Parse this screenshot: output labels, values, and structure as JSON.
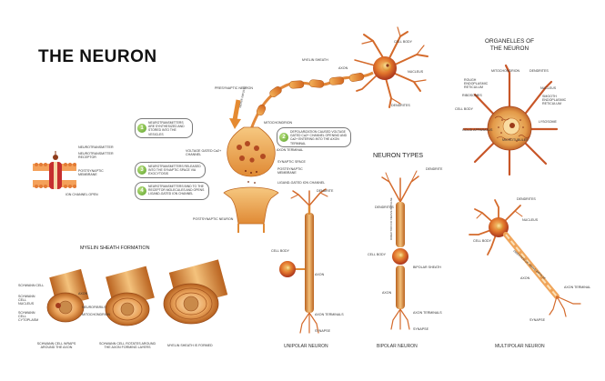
{
  "title": "THE NEURON",
  "headings": {
    "organelles": "ORGANELLES OF THE NEURON",
    "types": "NEURON TYPES",
    "myelin_formation": "MYELIN SHEATH FORMATION"
  },
  "main_neuron": {
    "cell_body": "CELL BODY",
    "myelin_sheath": "MYELIN SHEATH",
    "axon": "AXON",
    "nucleus": "NUCLEUS",
    "dendrites": "DENDRITES",
    "presynaptic_neuron": "PRESYNAPTIC NEURON",
    "nerve_impulse": "NERVE IMPULSE",
    "mitochondrion": "MITOCHONDRION",
    "voltage_gated": "VOLTAGE GATED Ca2+ CHANNEL",
    "axon_terminal": "AXON TERMINAL",
    "synaptic_space": "SYNAPTIC SPACE",
    "postsynaptic_membrane": "POSTSYNAPTIC MEMBRANE",
    "ligand_gated": "LIGAND-GATED ION CHANNEL",
    "postsynaptic_neuron": "POSTSYNAPTIC NEURON"
  },
  "steps": [
    {
      "num": "1",
      "text": "NEUROTRANSMITTERS ARE SYNTHESIZED AND STORED INTO THE VESICLES"
    },
    {
      "num": "2",
      "text": "DEPOLARIZATION CAUSED VOLTAGE GATED Ca2+ CHANNEL OPENING AND Ca2+ ENTERING INTO THE AXON TERMINAL"
    },
    {
      "num": "3",
      "text": "NEUROTRANSMITTERS RELEASED INTO THE SYNAPTIC SPACE VIA EXOCYTOSIS"
    },
    {
      "num": "4",
      "text": "NEUROTRANSMITTERS BIND TO THE RECEPTOR MOLECULES AND OPENS LIGAND-GATED ION CHANNEL"
    }
  ],
  "receptor": {
    "neurotransmitter": "NEUROTRANSMITTER",
    "receptor": "NEUROTRANSMITTER RECEPTOR",
    "membrane": "POSTSYNAPTIC MEMBRANE",
    "channel": "ION CHANNEL OPEN"
  },
  "organelles": {
    "mitochondrion": "MITOCHONDRION",
    "dendrites": "DENDRITES",
    "rough_er": "ROUGH ENDOPLASMIC RETICULUM",
    "nucleus": "NUCLEUS",
    "ribosomes": "RIBOSOMES",
    "smooth_er": "SMOOTH ENDOPLASMIC RETICULUM",
    "cell_body": "CELL BODY",
    "lysosome": "LYSOSOME",
    "golgi": "GOLGI APPARATUS",
    "microtubules": "MICROTUBULES"
  },
  "myelin": {
    "schwann_cell": "SCHWANN CELL",
    "schwann_nucleus": "SCHWANN CELL NUCLEUS",
    "schwann_cytoplasm": "SCHWANN CELL CYTOPLASM",
    "axon": "AXON",
    "neurofibrils": "NEUROFIBRILS",
    "mitochondrion": "MITOCHONDRION",
    "cap1": "SCHWANN CELL WRAPS AROUND THE AXON",
    "cap2": "SCHWANN CELL ROTATES AROUND THE AXON FORMING LAYERS",
    "cap3": "MYELIN SHEATH IS FORMED"
  },
  "types": {
    "unipolar": "UNIPOLAR NEURON",
    "bipolar": "BIPOLAR NEURON",
    "multipolar": "MULTIPOLAR NEURON",
    "dendrite": "DENDRITE",
    "dendrites": "DENDRITES",
    "cell_body": "CELL BODY",
    "axon": "AXON",
    "axon_terminals": "AXON TERMINALS",
    "synapse": "SYNAPSE",
    "bipolar_sheath": "BIPOLAR SHEATH",
    "nucleus": "NUCLEUS",
    "axon_terminal": "AXON TERMINAL",
    "direction": "DIRECTION OF NERVE IMPULSE"
  },
  "colors": {
    "axon_orange": "#e8902e",
    "cell_red": "#c0392b",
    "dendrite": "#e07a3a",
    "accent_green": "#6ab82f",
    "sheath_tan": "#f1c27d"
  }
}
